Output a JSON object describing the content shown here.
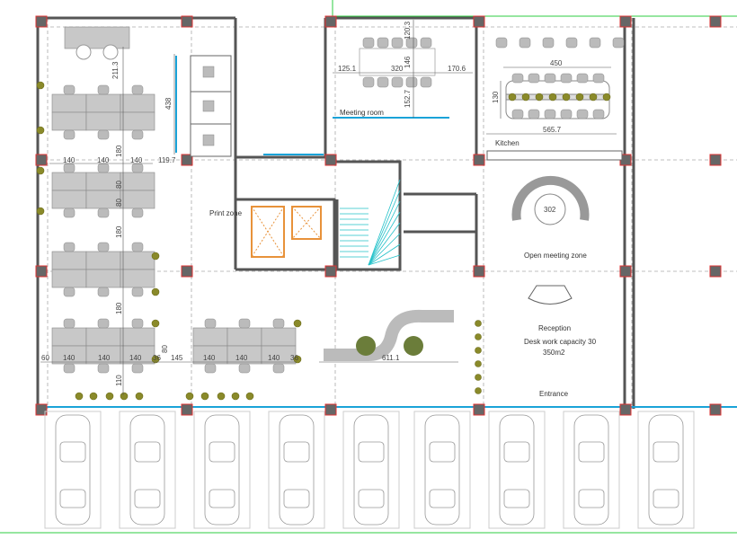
{
  "rooms": {
    "meeting_room": "Meeting room",
    "kitchen": "Kitchen",
    "print_zone": "Print zone",
    "open_meeting_zone": "Open meeting zone",
    "reception": "Reception",
    "capacity": "Desk work capacity 30",
    "area": "350m2",
    "entrance": "Entrance"
  },
  "dimensions": {
    "lounge_depth": "211.3",
    "booths_length": "438",
    "desk_w1": "140",
    "desk_w2": "140",
    "desk_w3": "140",
    "desk_gap": "119.7",
    "desk_d1": "80",
    "desk_d2": "80",
    "aisle1": "180",
    "aisle2": "180",
    "aisle3": "180",
    "meet_top": "120.3",
    "meet_table_w": "146",
    "meet_left": "125.1",
    "meet_len": "320",
    "meet_right": "170.6",
    "meet_bottom": "152.7",
    "kitchen_table_len": "450",
    "kitchen_table_w": "130",
    "kitchen_len": "565.7",
    "sofa_diam": "302",
    "edge_60": "60",
    "bottom_w1": "140",
    "bottom_w2": "140",
    "bottom_w3": "140",
    "end_36a": "36",
    "gap_145": "145",
    "bottom_w4": "140",
    "bottom_w5": "140",
    "bottom_w6": "140",
    "end_36b": "36",
    "lounge_len": "611.1",
    "window_110": "110",
    "cluster_80": "80"
  },
  "colors": {
    "glass": "#1aa3d8",
    "column_outline": "#d33333",
    "plant": "#8a8a2a",
    "stair": "#22c1c9",
    "elevator": "#e8923a",
    "boundary": "#2ecc40"
  },
  "parking_spaces": 9
}
